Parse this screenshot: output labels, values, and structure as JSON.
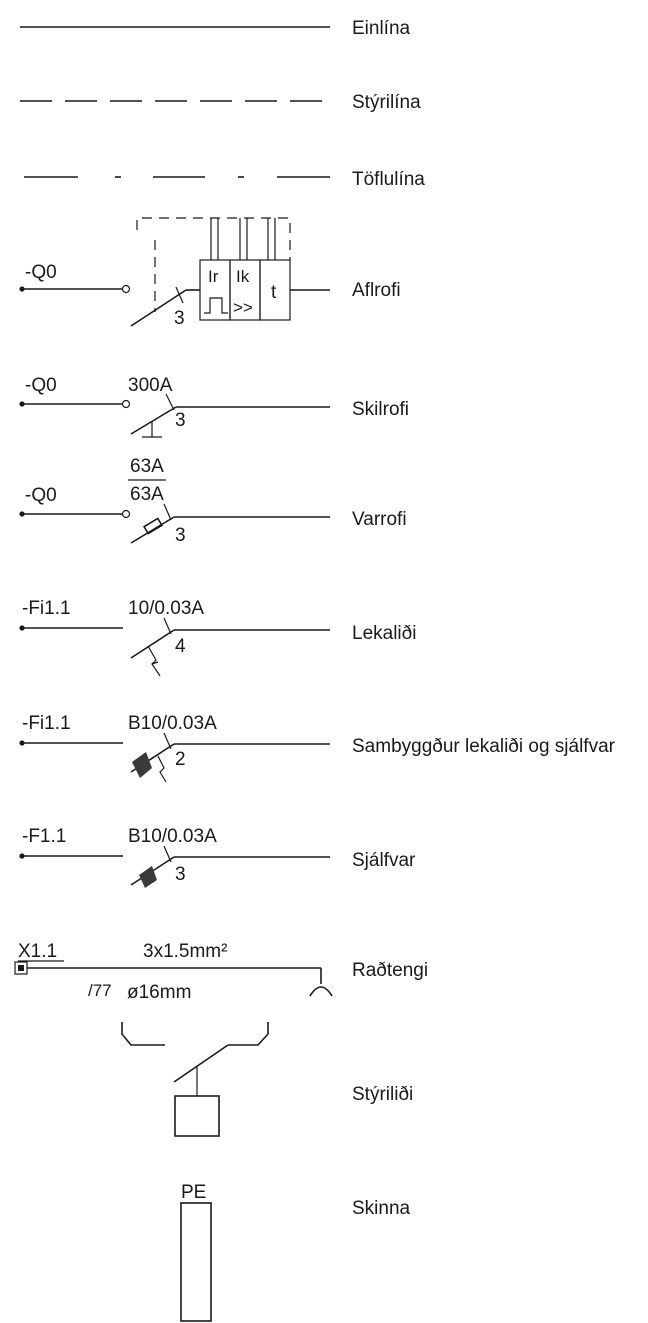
{
  "legend": {
    "row_einlina": {
      "label": "Einlína"
    },
    "row_styrilina": {
      "label": "Stýrilína"
    },
    "row_toflulina": {
      "label": "Töflulína"
    },
    "row_aflrofi": {
      "label": "Aflrofi",
      "tag": "-Q0",
      "poles": "3",
      "relay_ir": "Ir",
      "relay_ik": "Ik",
      "relay_t": "t",
      "relay_ik_sym": ">>"
    },
    "row_skilrofi": {
      "label": "Skilrofi",
      "tag": "-Q0",
      "rating": "300A",
      "poles": "3"
    },
    "row_varrofi": {
      "label": "Varrofi",
      "tag": "-Q0",
      "rating_top": "63A",
      "rating_bottom": "63A",
      "poles": "3"
    },
    "row_lekalidi": {
      "label": "Lekaliði",
      "tag": "-Fi1.1",
      "rating": "10/0.03A",
      "poles": "4"
    },
    "row_sambyggdur": {
      "label": "Sambyggður lekaliði og sjálfvar",
      "tag": "-Fi1.1",
      "rating": "B10/0.03A",
      "poles": "2"
    },
    "row_sjalfvar": {
      "label": "Sjálfvar",
      "tag": "-F1.1",
      "rating": "B10/0.03A",
      "poles": "3"
    },
    "row_radtengi": {
      "label": "Raðtengi",
      "tag": "X1.1",
      "cable": "3x1.5mm²",
      "conduit_mark": "/77",
      "conduit": "ø16mm"
    },
    "row_styrilidi": {
      "label": "Stýriliði"
    },
    "row_skinna": {
      "label": "Skinna",
      "tag": "PE"
    }
  }
}
